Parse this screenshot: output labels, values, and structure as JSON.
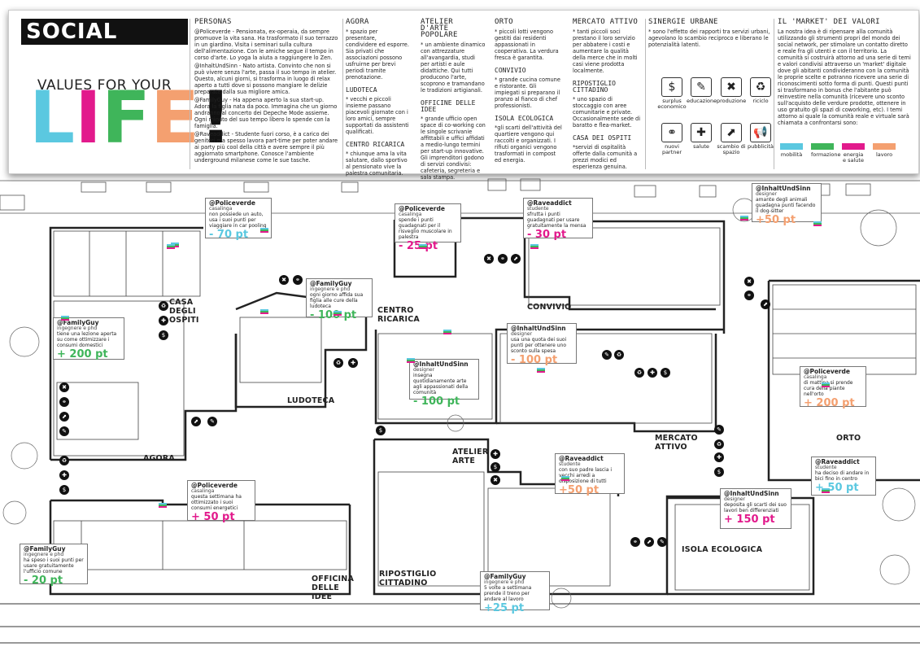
{
  "brand": {
    "title": "SOCIAL MARKET",
    "subtitle": "VALUES FOR YOUR",
    "life": [
      "L",
      "I",
      "F",
      "E",
      "!"
    ]
  },
  "colors": {
    "mobilita": "#5bc8e0",
    "formazione": "#3fb55a",
    "energia": "#e21a8c",
    "lavoro": "#f4a070"
  },
  "personas": {
    "title": "PERSONAS",
    "paragraphs": [
      "@Policeverde - Pensionata, ex-operaia, da sempre promuove la vita sana. Ha trasformato il suo terrazzo in un giardino. Visita i seminari sulla cultura dell'alimentazione. Con le amiche segue il tempo in corso d'arte. Lo yoga la aiuta a raggiungere lo Zen.",
      "@InhaltUndSinn - Nato artista. Convinto che non si può vivere senza l'arte, passa il suo tempo in atelier. Questo, alcuni giorni, si trasforma in luogo di relax aperto a tutti dove si possono mangiare le delizie preparate dalla sua migliore amica.",
      "@FamilyGuy - Ha appena aperto la sua start-up. Adora la figlia nata da poco. Immagina che un giorno andranno al concerto dei Depeche Mode assieme. Ogni minuto del suo tempo libero lo spende con la famiglia.",
      "@Raveaddict - Studente fuori corso, è a carico dei genitori ma spesso lavora part-time per poter andare ai party più cool della città e avere sempre il più aggiornato smartphone. Conosce l'ambiente underground milanese come le sue tasche."
    ]
  },
  "col2": [
    {
      "title": "AGORA",
      "text": "* spazio per presentare, condividere ed esporre. Sia privati che associazioni possono usfruirne per brevi periodi tramite prenotazione."
    },
    {
      "title": "LUDOTECA",
      "text": "* vecchi e piccoli insieme passano piacevoli giornate con i loro amici, sempre supportati da assistenti qualificati."
    },
    {
      "title": "CENTRO RICARICA",
      "text": "* chiunque ama la vita salutare, dallo sportivo al pensionato vive la palestra comunitaria."
    }
  ],
  "col3": [
    {
      "title": "ATELIER D'ARTE POPOLARE",
      "text": "* un ambiente dinamico con attrezzature all'avangardia, studi per artisti e aule didattiche. Qui tutti producono l'arte, scoprono e tramandano le tradizioni artigianali."
    },
    {
      "title": "OFFICINE DELLE IDEE",
      "text": "* grande ufficio open space di co-working con le singole scrivanie affittabili e uffici affidati a medio-lungo termini per start-up innovative. Gli imprenditori godono di servizi condivisi: cafeteria, segreteria e sala stampa."
    }
  ],
  "col4": [
    {
      "title": "ORTO",
      "text": "* piccoli lotti vengono gestiti dai residenti appassionati in cooperativa. La verdura fresca è garantita."
    },
    {
      "title": "CONVIVIO",
      "text": "* grande cucina comune e ristorante. Gli impiegati si preparano il pranzo al fianco di chef professionisti."
    },
    {
      "title": "ISOLA ECOLOGICA",
      "text": "*gli scarti dell'attività del quartiere vengono qui raccolti e organizzati. I rifiuti organici vengono trasformati in compost ed energia."
    }
  ],
  "col5": [
    {
      "title": "MERCATO ATTIVO",
      "text": "* tanti piccoli soci prestano il loro servizio per abbatere i costi e aumentare la qualità della merce che in molti casi viene prodotta localmente."
    },
    {
      "title": "RIPOSTIGLIO CITTADINO",
      "text": "* uno spazio di stoccaggio con aree comunitarie e private. Occasionalmente sede di baratto e flea-market."
    },
    {
      "title": "CASA DEI OSPITI",
      "text": "*servizi di ospitalità offerte dalla comunità a prezzi modici ed esperienza genuina."
    }
  ],
  "sinergie": {
    "title": "SINERGIE URBANE",
    "text": "* sono l'effetto dei rapporti tra servizi urbani, agevolano lo scambio reciproco e liberano le potenzialità latenti.",
    "icons": [
      {
        "label": "surplus economico",
        "glyph": "$",
        "icon": "coins-icon"
      },
      {
        "label": "educazione",
        "glyph": "✎",
        "icon": "book-icon"
      },
      {
        "label": "produzione",
        "glyph": "✖",
        "icon": "tools-icon"
      },
      {
        "label": "riciclo",
        "glyph": "♻",
        "icon": "recycle-icon"
      },
      {
        "label": "nuovi partner",
        "glyph": "⚭",
        "icon": "handshake-icon"
      },
      {
        "label": "salute",
        "glyph": "✚",
        "icon": "health-icon"
      },
      {
        "label": "scambio di spazio",
        "glyph": "⬈",
        "icon": "space-exchange-icon"
      },
      {
        "label": "pubblicità",
        "glyph": "📢",
        "icon": "megaphone-icon"
      }
    ]
  },
  "market": {
    "title": "IL 'MARKET' DEI VALORI",
    "text": "La nostra idea è di ripensare alla comunità utilizzando gli strumenti propri del mondo dei social network, per stimolare un contatto diretto e reale fra gli utenti e con il territorio. La comunità si costruirà attorno ad una serie di temi e valori condivisi attraverso un 'market' digitale dove gli abitanti condivideranno con la comunità le proprie scelte e potranno ricevere una serie di riconoscimenti sotto forma di punti. Questi punti si trasformano in bonus che l'abitante può reinvestire nella comunità (ricevere uno sconto sull'acquisto delle verdure prodotte, ottenere in uso gratuito gli spazi di coworking, etc). I temi attorno ai quale la comunità reale e virtuale sarà chiamata a confrontarsi sono:",
    "legend": [
      "mobilità",
      "formazione",
      "energia e salute",
      "lavoro"
    ]
  },
  "areas": [
    "CASA DEGLI OSPITI",
    "LUDOTECA",
    "CENTRO RICARICA",
    "CONVIVIO",
    "AGORA",
    "ATELIER ARTE",
    "MERCATO ATTIVO",
    "ORTO",
    "OFFICINA DELLE IDEE",
    "RIPOSTIGLIO CITTADINO",
    "ISOLA ECOLOGICA"
  ],
  "cards": [
    {
      "user": "@Policeverde",
      "role": "casalinga",
      "text": "non possiede un auto, usa i suoi punti per viaggiare in car pooling",
      "pts": "- 70 pt",
      "color": "#5bc8e0"
    },
    {
      "user": "@Policeverde",
      "role": "casalinga",
      "text": "spende i punti guadagnati per il risveglio muscolare in palestra",
      "pts": "- 25 pt",
      "color": "#e21a8c"
    },
    {
      "user": "@Raveaddict",
      "role": "studente",
      "text": "sfrutta i punti guadagnati per usare gratuitamente la mensa",
      "pts": "- 30 pt",
      "color": "#e21a8c"
    },
    {
      "user": "@InhaltUndSinn",
      "role": "designer",
      "text": "amante degli animali guadagna punti facendo il dog-sitter",
      "pts": "+50 pt",
      "color": "#f4a070"
    },
    {
      "user": "@FamilyGuy",
      "role": "ingegnere e phd",
      "text": "ogni giorno affida sua figlia alle cure della ludoteca",
      "pts": "- 100 pt",
      "color": "#3fb55a"
    },
    {
      "user": "@FamilyGuy",
      "role": "ingegnere e phd",
      "text": "tiene una lezione aperta su come ottimizzare i consumi domestici",
      "pts": "+ 200 pt",
      "color": "#3fb55a"
    },
    {
      "user": "@InhaltUndSinn",
      "role": "designer",
      "text": "usa una quota dei suoi punti per ottenere uno sconto sulla spesa",
      "pts": "- 100 pt",
      "color": "#f4a070"
    },
    {
      "user": "@InhaltUndSinn",
      "role": "designer",
      "text": "insegna quotidianamente arte agli appassionati della comunità",
      "pts": "- 100 pt",
      "color": "#3fb55a"
    },
    {
      "user": "@Policeverde",
      "role": "casalinga",
      "text": "di mattina si prende cura della piante nell'orto",
      "pts": "+ 200 pt",
      "color": "#f4a070"
    },
    {
      "user": "@Raveaddict",
      "role": "studente",
      "text": "con suo padre lascia i vecchi arredi a disposizione di tutti",
      "pts": "+50 pt",
      "color": "#f4a070"
    },
    {
      "user": "@Raveaddict",
      "role": "studente",
      "text": "ha deciso di andare in bici fino in centro",
      "pts": "+ 50 pt",
      "color": "#5bc8e0"
    },
    {
      "user": "@Policeverde",
      "role": "casalinga",
      "text": "questa settimana ha ottimizzato i suoi consumi energetici",
      "pts": "+ 50 pt",
      "color": "#e21a8c"
    },
    {
      "user": "@InhaltUndSinn",
      "role": "designer",
      "text": "deposita gli scarti dei suo lavori ben differenziati",
      "pts": "+ 150 pt",
      "color": "#e21a8c"
    },
    {
      "user": "@FamilyGuy",
      "role": "ingegnere e phd",
      "text": "ha speso i suoi punti per usare gratuitamente l'ufficio comune",
      "pts": "- 20 pt",
      "color": "#3fb55a"
    },
    {
      "user": "@FamilyGuy",
      "role": "ingegnere e phd",
      "text": "5 volte a settimana prende il treno per andare al lavoro",
      "pts": "+25 pt",
      "color": "#5bc8e0"
    }
  ]
}
